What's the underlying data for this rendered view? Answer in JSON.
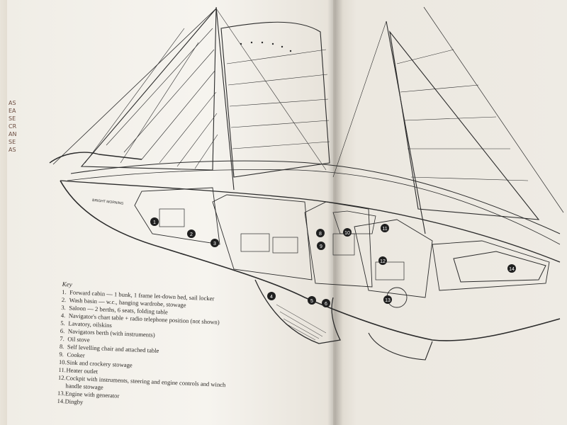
{
  "key": {
    "title": "Key",
    "items": [
      {
        "num": "1.",
        "text": "Forward cabin — 1 bunk, 1 frame let-down bed, sail locker"
      },
      {
        "num": "2.",
        "text": "Wash basin — w.c., hanging wardrobe, stowage"
      },
      {
        "num": "3.",
        "text": "Saloon — 2 berths, 6 seats, folding table"
      },
      {
        "num": "4.",
        "text": "Navigator's chart table + radio telephone position (not shown)"
      },
      {
        "num": "5.",
        "text": "Lavatory, oilskins"
      },
      {
        "num": "6.",
        "text": "Navigators berth (with instruments)"
      },
      {
        "num": "7.",
        "text": "Oil stove"
      },
      {
        "num": "8.",
        "text": "Self levelling chair and attached table"
      },
      {
        "num": "9.",
        "text": "Cooker"
      },
      {
        "num": "10.",
        "text": "Sink and crockery stowage"
      },
      {
        "num": "11.",
        "text": "Heater outlet"
      },
      {
        "num": "12.",
        "text": "Cockpit with instruments, steering and engine controls and winch handle stowage"
      },
      {
        "num": "13.",
        "text": "Engine with generator"
      },
      {
        "num": "14.",
        "text": "Dingby"
      }
    ]
  },
  "callouts": [
    "1",
    "2",
    "3",
    "4",
    "5",
    "6",
    "8",
    "9",
    "10",
    "11",
    "12",
    "13",
    "14"
  ],
  "hull_label": "BRIGHT MORNING",
  "edge_text": "ASEASECRANSEAS",
  "colors": {
    "ink": "#2b2b2b",
    "paper": "#f2efe8",
    "background": "#8a3a2c"
  }
}
